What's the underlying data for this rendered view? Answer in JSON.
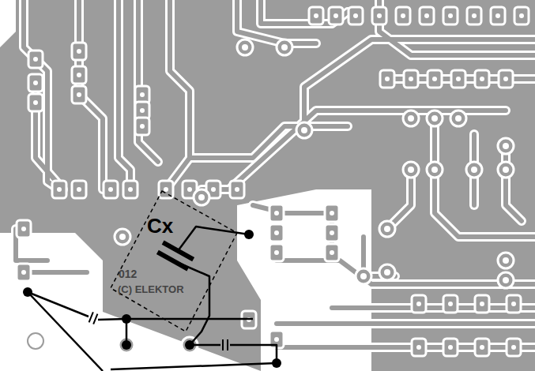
{
  "diagram": {
    "labels": [
      "Cx",
      "012",
      "(C) ELEKTOR"
    ]
  }
}
